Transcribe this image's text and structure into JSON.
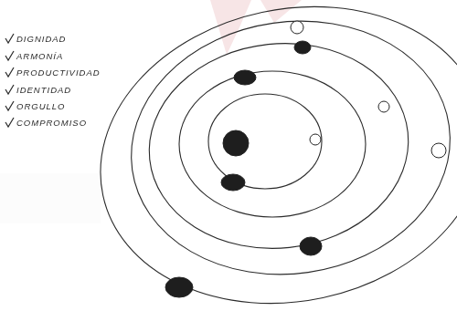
{
  "diagram": {
    "labels": [
      "DIGNIDAD",
      "ARMONÍA",
      "PRODUCTIVIDAD",
      "IDENTIDAD",
      "ORGULLO",
      "COMPROMISO"
    ]
  }
}
